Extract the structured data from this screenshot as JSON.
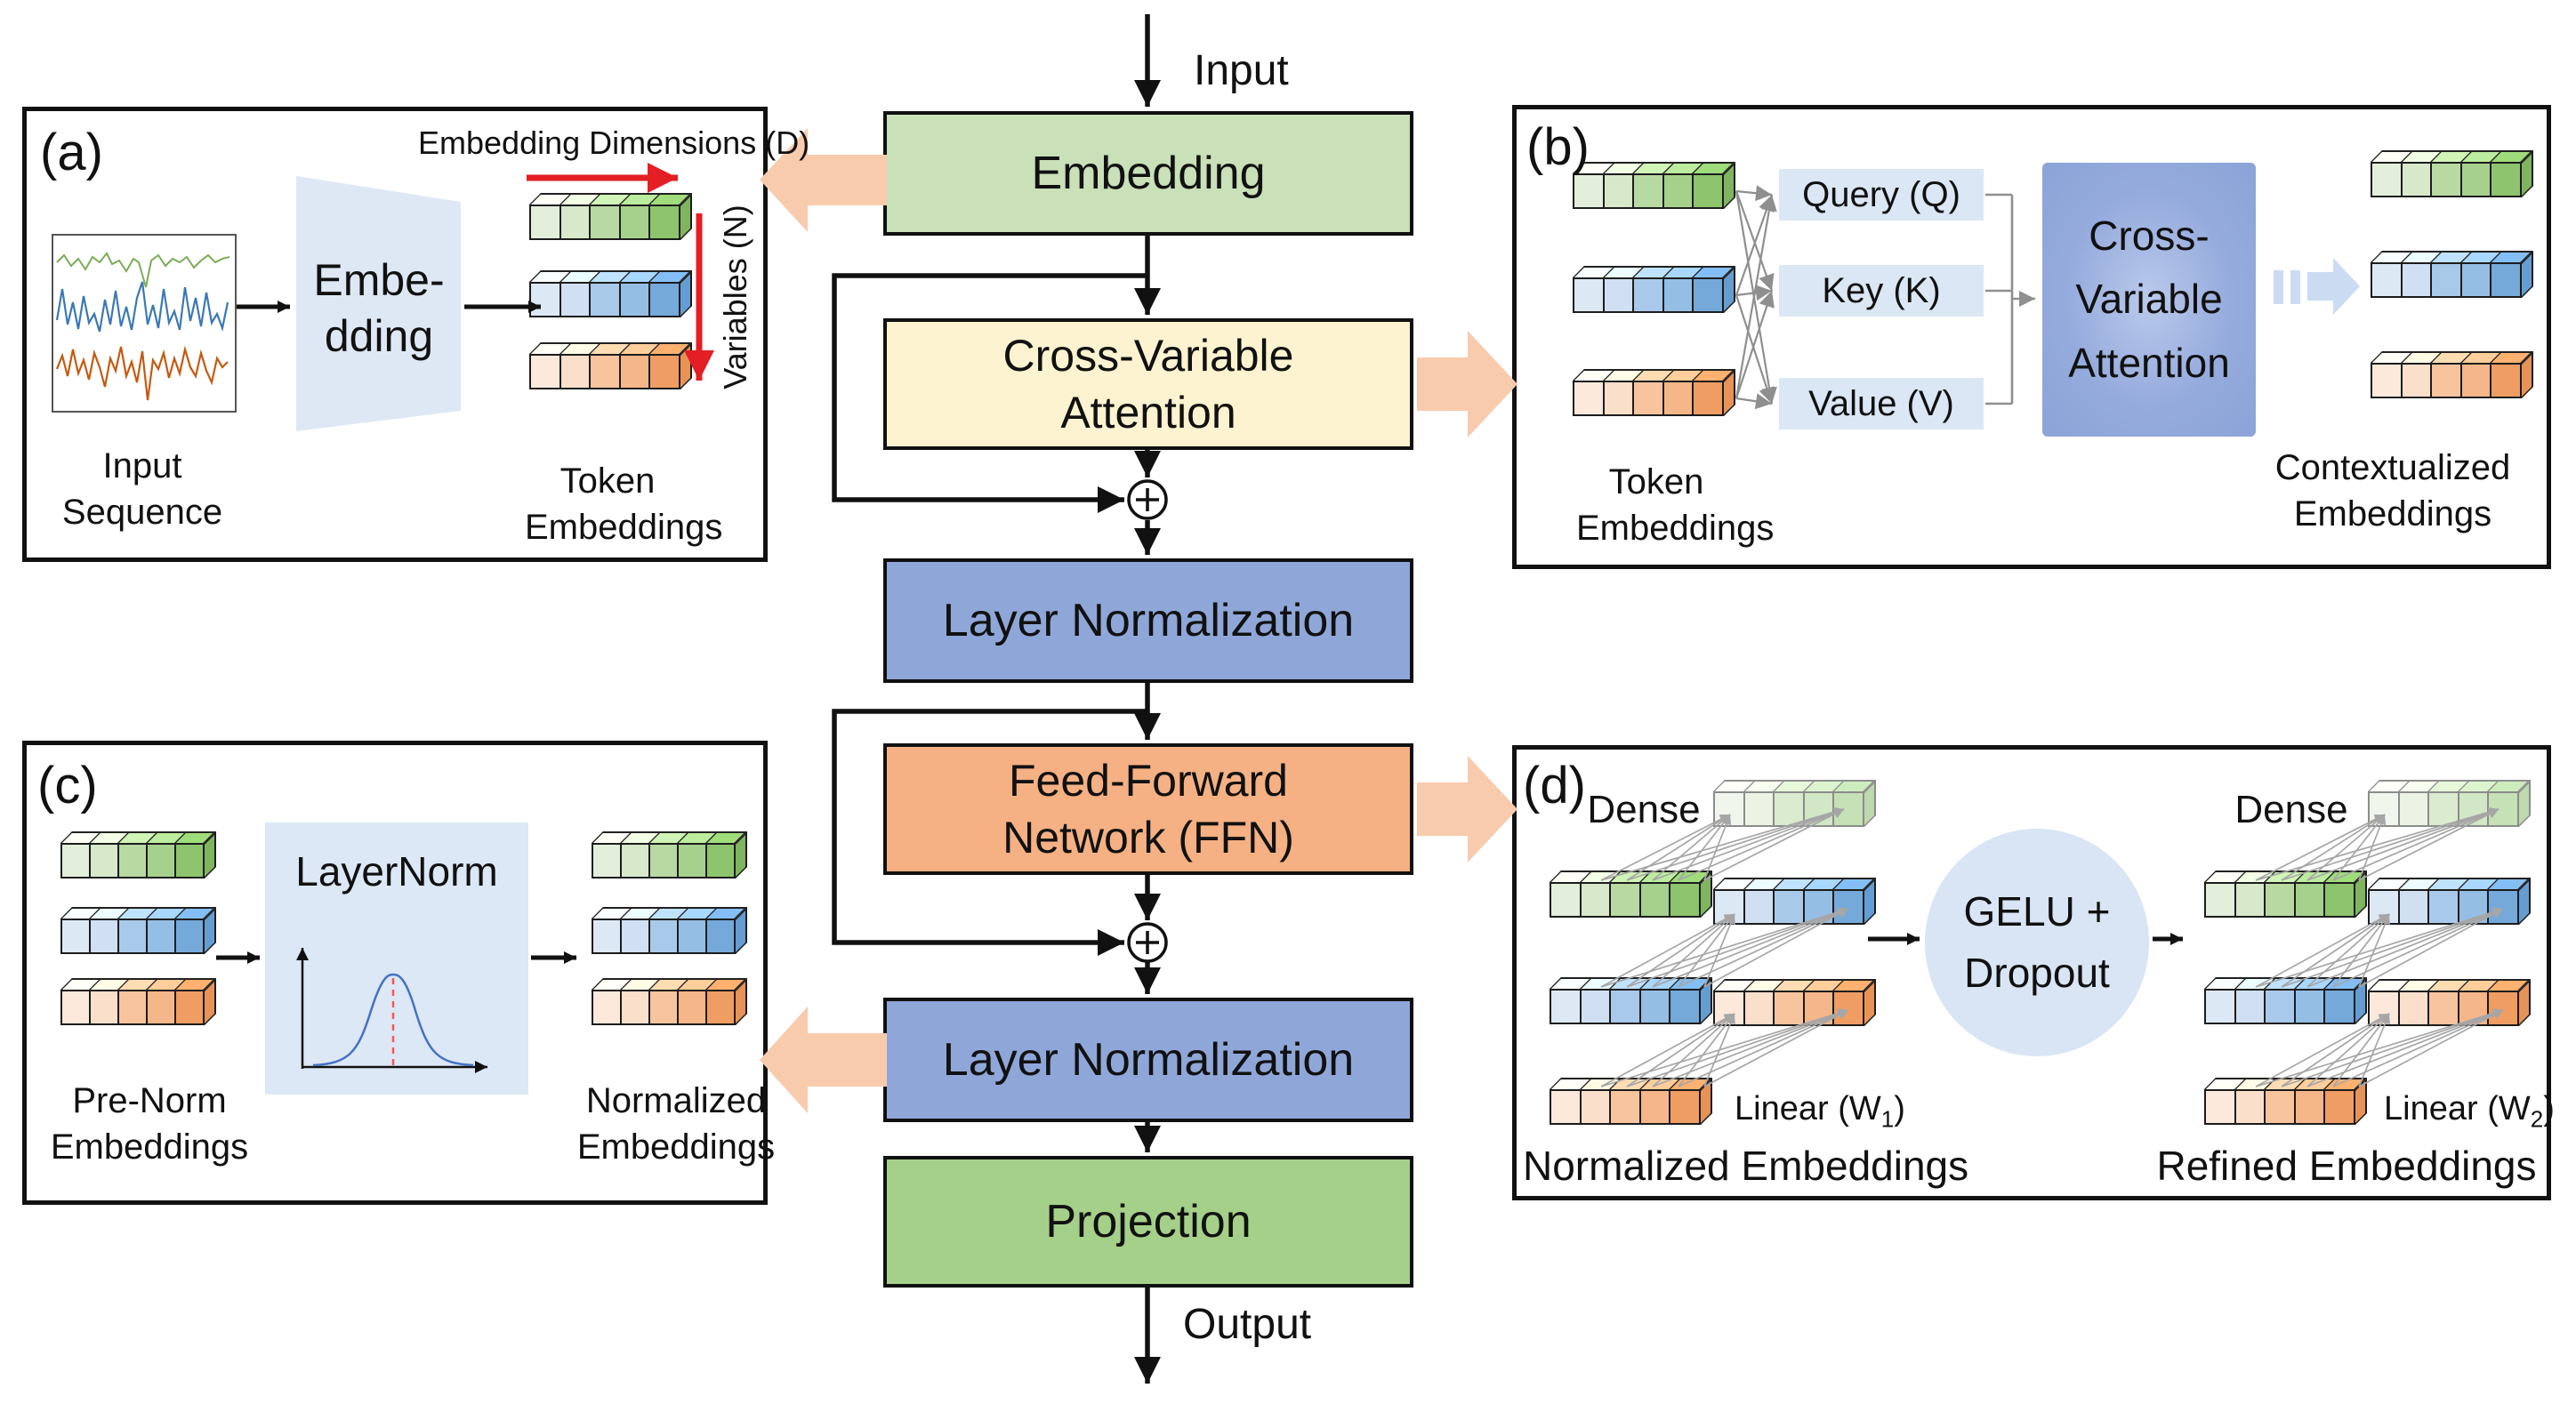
{
  "colors": {
    "embedding_green": "#c9e0b8",
    "projection_green": "#a5d089",
    "attention_yellow": "#fdf3d0",
    "layernorm_blue": "#8fa7d8",
    "ffn_orange": "#f5b183",
    "block_arrow_orange": "#f8cbad",
    "light_blue_panel": "#dbe7f4",
    "gelu_blue": "#d9e5f4",
    "red_arrow": "#e31e24",
    "bars": {
      "green": {
        "cells": [
          "#e3efdb",
          "#d7e8cb",
          "#b9d9a2",
          "#a6d18c",
          "#8dc46d"
        ],
        "side": "#7eb55e"
      },
      "blue": {
        "cells": [
          "#dde8f5",
          "#d0e0f2",
          "#a9c9ea",
          "#95bee5",
          "#74a9da"
        ],
        "side": "#659dd2"
      },
      "orange": {
        "cells": [
          "#fce9db",
          "#fadfcb",
          "#f7c49e",
          "#f5b689",
          "#ef9d62"
        ],
        "side": "#e79357"
      }
    }
  },
  "flow": {
    "input_label": "Input",
    "output_label": "Output",
    "embedding": "Embedding",
    "cva": [
      "Cross-Variable",
      "Attention"
    ],
    "ln1": "Layer Normalization",
    "ffn": [
      "Feed-Forward",
      "Network (FFN)"
    ],
    "ln2": "Layer Normalization",
    "projection": "Projection"
  },
  "panel_a": {
    "tag": "(a)",
    "dims_label": "Embedding Dimensions (D)",
    "vars_label": "Variables (N)",
    "trapezoid": [
      "Embe-",
      "dding"
    ],
    "input_caption": [
      "Input",
      "Sequence"
    ],
    "tokens_caption": [
      "Token",
      "Embeddings"
    ]
  },
  "panel_b": {
    "tag": "(b)",
    "query": "Query (Q)",
    "key": "Key (K)",
    "value": "Value (V)",
    "attention": [
      "Cross-",
      "Variable",
      "Attention"
    ],
    "left_caption": [
      "Token",
      "Embeddings"
    ],
    "right_caption": [
      "Contextualized",
      "Embeddings"
    ]
  },
  "panel_c": {
    "tag": "(c)",
    "box_label": "LayerNorm",
    "left_caption": [
      "Pre-Norm",
      "Embeddings"
    ],
    "right_caption": [
      "Normalized",
      "Embeddings"
    ]
  },
  "panel_d": {
    "tag": "(d)",
    "dense_left": "Dense",
    "dense_right": "Dense",
    "gelu": [
      "GELU +",
      "Dropout"
    ],
    "linear1": {
      "pre": "Linear (W",
      "sub": "1",
      "post": ")"
    },
    "linear2": {
      "pre": "Linear (W",
      "sub": "2",
      "post": ")"
    },
    "left_caption": "Normalized Embeddings",
    "right_caption": "Refined Embeddings"
  }
}
